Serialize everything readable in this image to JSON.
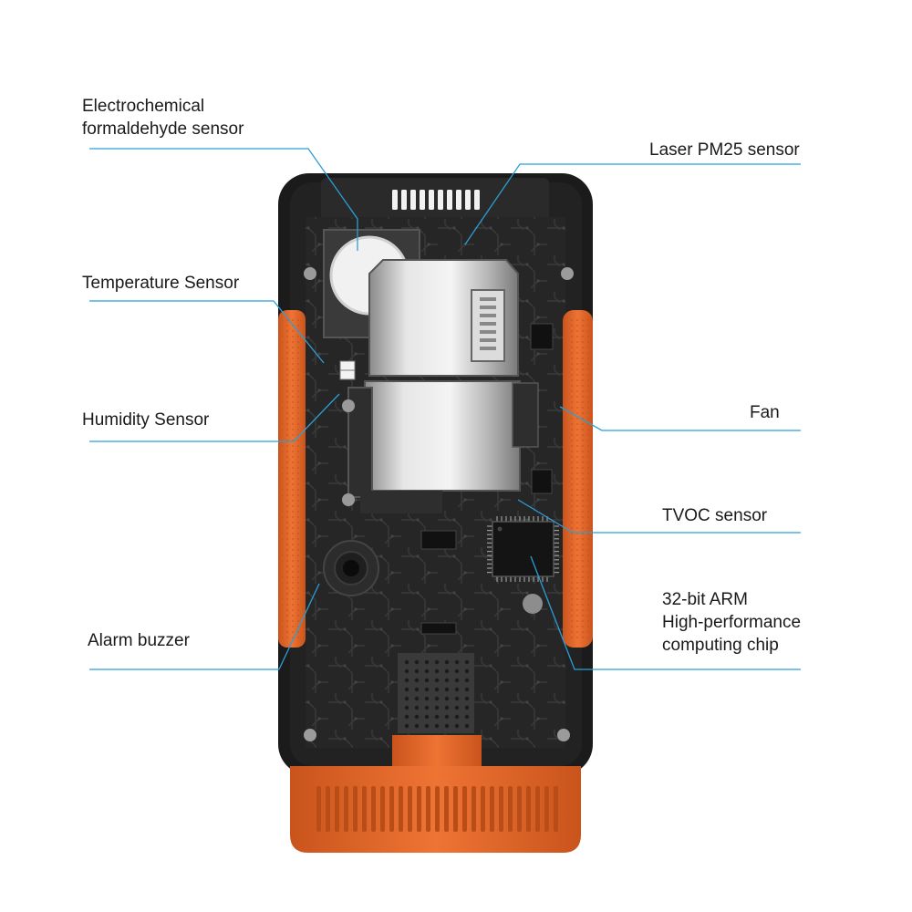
{
  "labels": {
    "formaldehyde": "Electrochemical\nformaldehyde sensor",
    "pm25": "Laser PM25 sensor",
    "temperature": "Temperature Sensor",
    "humidity": "Humidity Sensor",
    "fan": "Fan",
    "tvoc": "TVOC sensor",
    "arm_chip": "32-bit ARM\nHigh-performance\ncomputing chip",
    "buzzer": "Alarm buzzer"
  },
  "colors": {
    "callout_line": "#2a9fd6",
    "accent_orange": "#e8692a",
    "body_black": "#1b1b1b",
    "pcb": "#262626",
    "metal": "#c9c9c9"
  }
}
